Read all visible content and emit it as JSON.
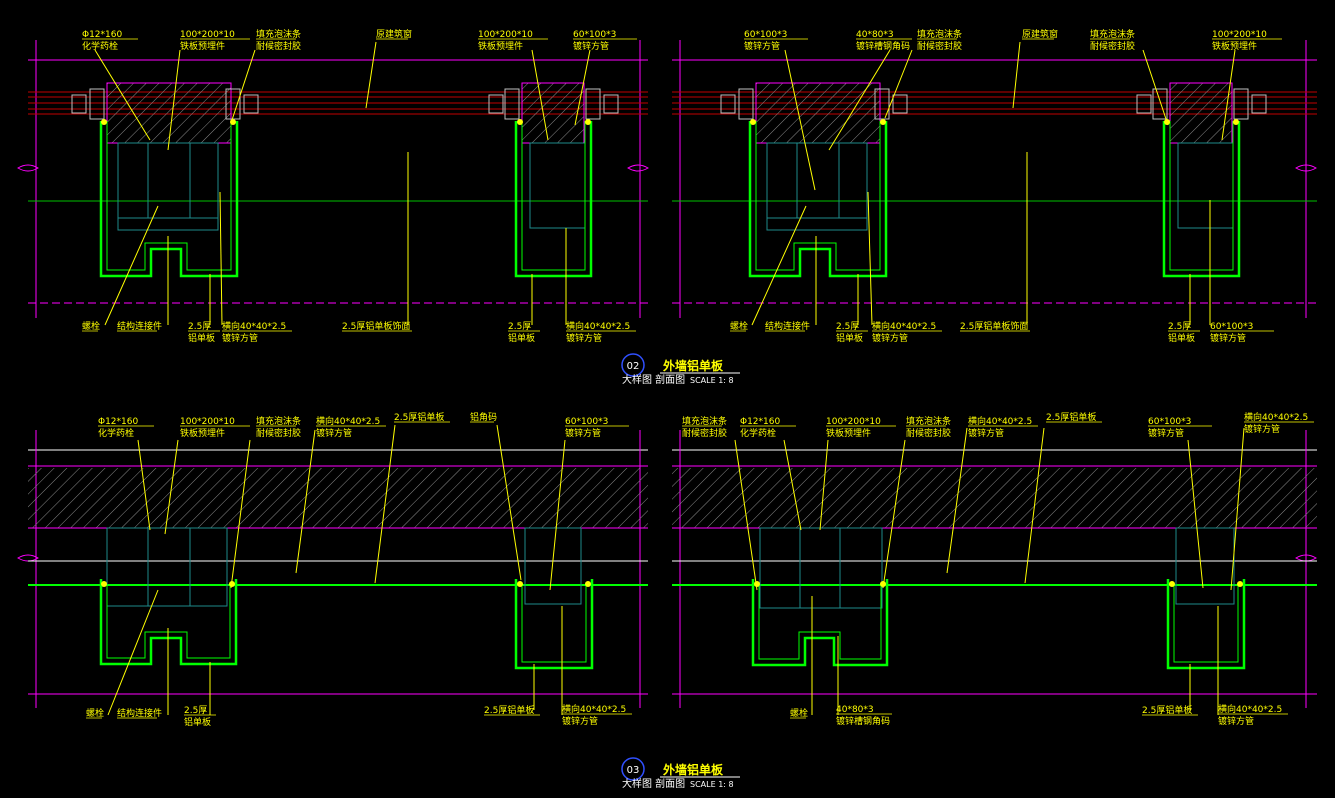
{
  "colors": {
    "background": "#000000",
    "label": "#ffff00",
    "profile": "#00ff00",
    "boundary": "#ff00ff",
    "window": "#d00000",
    "steel": "#1e8a8a",
    "hatch": "#c0c0c0",
    "title_circle": "#0000ff",
    "white": "#ffffff"
  },
  "title_top": {
    "number": "02",
    "title": "外墙铝单板",
    "subtitle": "大样图 剖面图",
    "scale": "SCALE 1:  8"
  },
  "title_bottom": {
    "number": "03",
    "title": "外墙铝单板",
    "subtitle": "大样图 剖面图",
    "scale": "SCALE 1:  8"
  },
  "panel_tl": {
    "top_labels": [
      [
        "Φ12*160",
        "化学药栓"
      ],
      [
        "100*200*10",
        "铁板预埋件"
      ],
      [
        "填充泡沫条",
        "耐候密封胶"
      ],
      [
        "原建筑窗"
      ],
      [
        "100*200*10",
        "铁板预埋件"
      ],
      [
        "60*100*3",
        "镀锌方管"
      ]
    ],
    "bottom_labels": [
      [
        "螺栓"
      ],
      [
        "结构连接件"
      ],
      [
        "2.5厚",
        "铝单板"
      ],
      [
        "横向40*40*2.5",
        "镀锌方管"
      ],
      [
        "2.5厚铝单板饰面"
      ],
      [
        "2.5厚",
        "铝单板"
      ],
      [
        "横向40*40*2.5",
        "镀锌方管"
      ]
    ]
  },
  "panel_tr": {
    "top_labels": [
      [
        "60*100*3",
        "镀锌方管"
      ],
      [
        "40*80*3",
        "镀锌槽钢角码"
      ],
      [
        "填充泡沫条",
        "耐候密封胶"
      ],
      [
        "原建筑窗"
      ],
      [
        "填充泡沫条",
        "耐候密封胶"
      ],
      [
        "100*200*10",
        "铁板预埋件"
      ]
    ],
    "bottom_labels": [
      [
        "螺栓"
      ],
      [
        "结构连接件"
      ],
      [
        "2.5厚",
        "铝单板"
      ],
      [
        "横向40*40*2.5",
        "镀锌方管"
      ],
      [
        "2.5厚铝单板饰面"
      ],
      [
        "2.5厚",
        "铝单板"
      ],
      [
        "60*100*3",
        "镀锌方管"
      ]
    ]
  },
  "panel_bl": {
    "top_labels": [
      [
        "Φ12*160",
        "化学药栓"
      ],
      [
        "100*200*10",
        "铁板预埋件"
      ],
      [
        "填充泡沫条",
        "耐候密封胶"
      ],
      [
        "横向40*40*2.5",
        "镀锌方管"
      ],
      [
        "2.5厚铝单板"
      ],
      [
        "铝角码"
      ],
      [
        "60*100*3",
        "镀锌方管"
      ]
    ],
    "bottom_labels": [
      [
        "螺栓"
      ],
      [
        "结构连接件"
      ],
      [
        "2.5厚",
        "铝单板"
      ],
      [
        "2.5厚铝单板"
      ],
      [
        "横向40*40*2.5",
        "镀锌方管"
      ]
    ]
  },
  "panel_br": {
    "top_labels": [
      [
        "填充泡沫条",
        "耐候密封胶"
      ],
      [
        "Φ12*160",
        "化学药栓"
      ],
      [
        "100*200*10",
        "铁板预埋件"
      ],
      [
        "填充泡沫条",
        "耐候密封胶"
      ],
      [
        "横向40*40*2.5",
        "镀锌方管"
      ],
      [
        "2.5厚铝单板"
      ],
      [
        "60*100*3",
        "镀锌方管"
      ],
      [
        "横向40*40*2.5",
        "镀锌方管"
      ]
    ],
    "bottom_labels": [
      [
        "螺栓"
      ],
      [
        "40*80*3",
        "镀锌槽钢角码"
      ],
      [
        "2.5厚铝单板"
      ],
      [
        "横向40*40*2.5",
        "镀锌方管"
      ]
    ]
  }
}
